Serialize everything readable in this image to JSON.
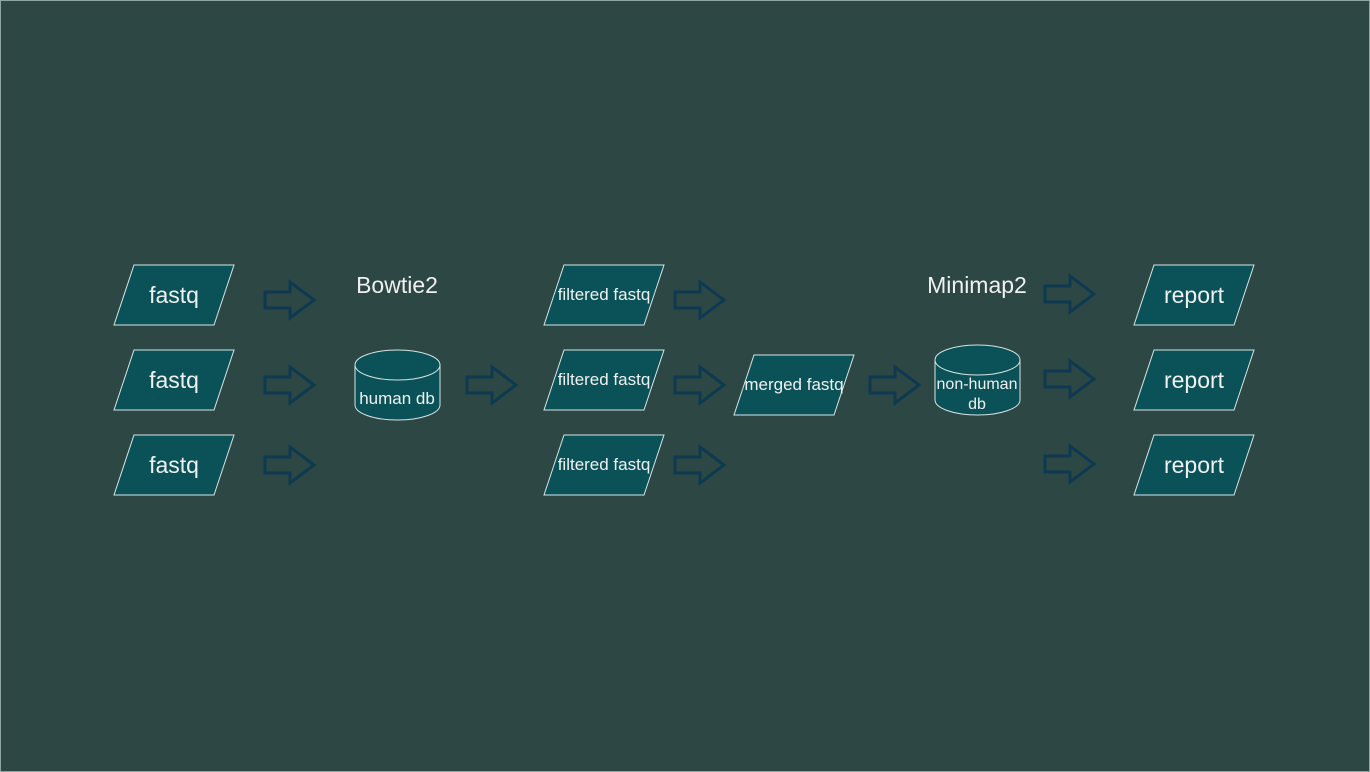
{
  "colors": {
    "background": "#2d4745",
    "shape_fill": "#0a5257",
    "shape_stroke": "#d8e4e4",
    "arrow_stroke": "#0d3a50",
    "text": "#f0f0f0"
  },
  "inputs": [
    "fastq",
    "fastq",
    "fastq"
  ],
  "aligner_1": {
    "label": "Bowtie2",
    "db": "human db"
  },
  "filtered": [
    "filtered fastq",
    "filtered fastq",
    "filtered fastq"
  ],
  "merged": "merged fastq",
  "aligner_2": {
    "label": "Minimap2",
    "db_line1": "non-human",
    "db_line2": "db"
  },
  "reports": [
    "report",
    "report",
    "report"
  ]
}
